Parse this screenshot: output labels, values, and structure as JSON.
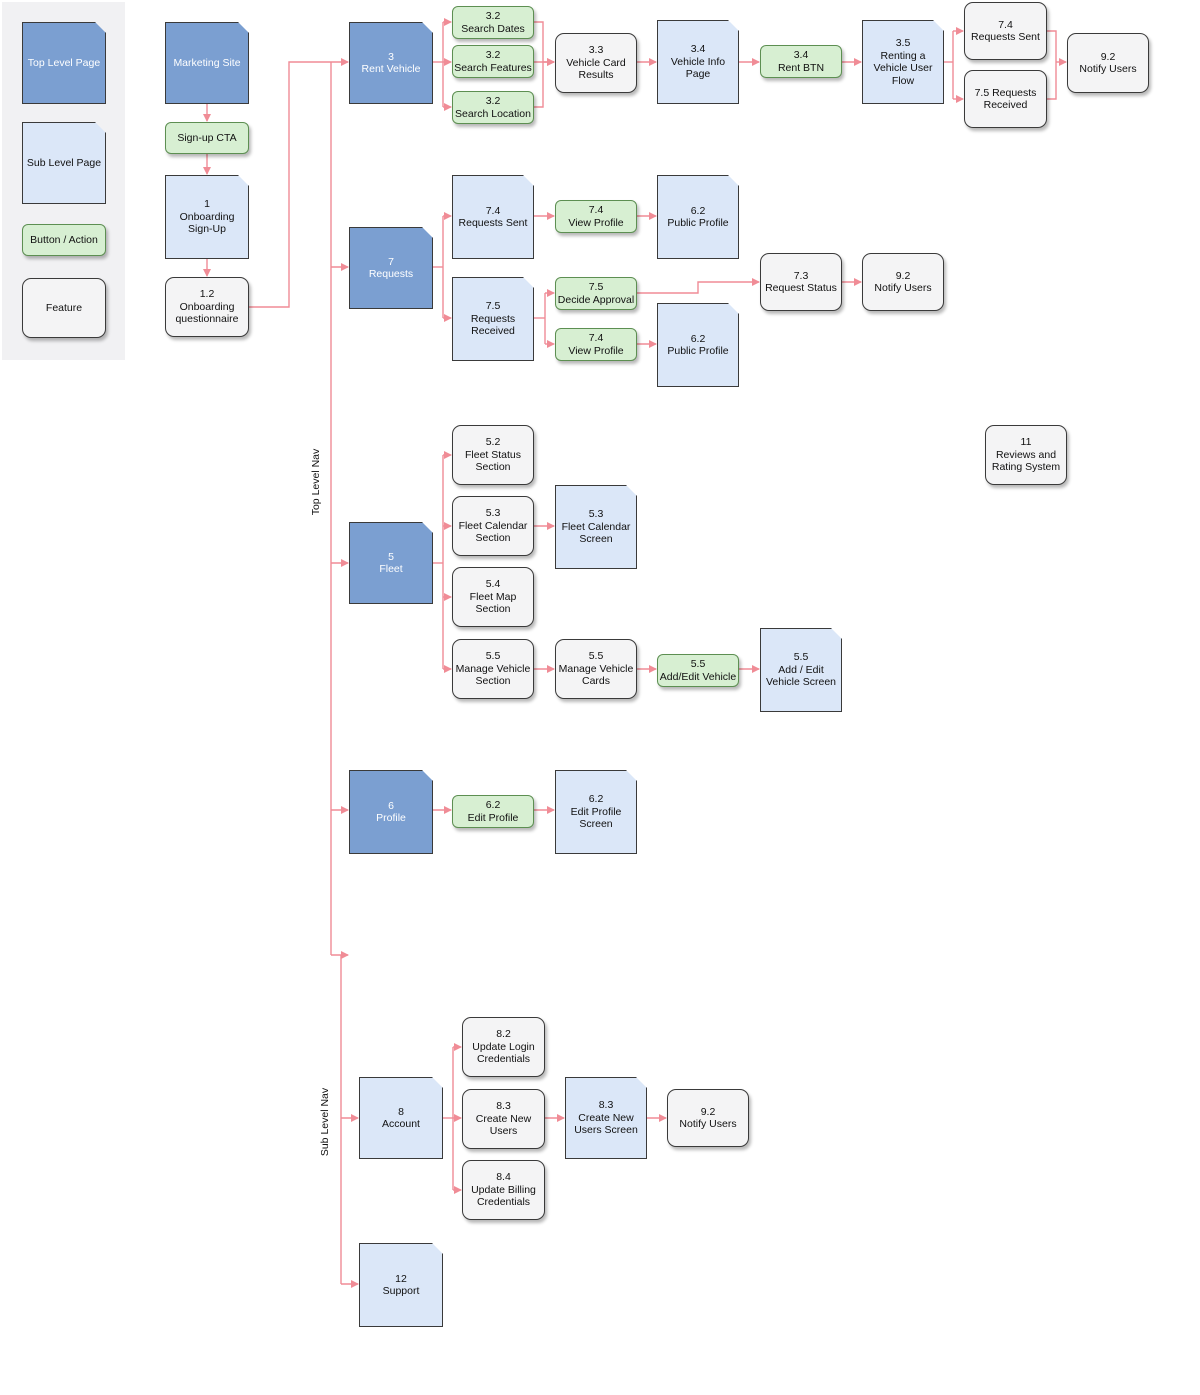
{
  "legend": {
    "top_level_page": "Top Level Page",
    "sub_level_page": "Sub Level Page",
    "button_action": "Button / Action",
    "feature": "Feature"
  },
  "nav_labels": {
    "top": "Top Level Nav",
    "sub": "Sub Level Nav"
  },
  "nodes": {
    "marketing_site": [
      "Marketing Site"
    ],
    "signup_cta": [
      "Sign-up CTA"
    ],
    "onboarding_signup": [
      "1",
      "Onboarding",
      "Sign-Up"
    ],
    "onboarding_questionnaire": [
      "1.2",
      "Onboarding",
      "questionnaire"
    ],
    "rent_vehicle": [
      "3",
      "Rent Vehicle"
    ],
    "search_dates": [
      "3.2",
      "Search Dates"
    ],
    "search_features": [
      "3.2",
      "Search Features"
    ],
    "search_location": [
      "3.2",
      "Search Location"
    ],
    "vehicle_card_results": [
      "3.3",
      "Vehicle Card",
      "Results"
    ],
    "vehicle_info_page": [
      "3.4",
      "Vehicle Info",
      "Page"
    ],
    "rent_btn": [
      "3.4",
      "Rent BTN"
    ],
    "renting_flow": [
      "3.5",
      "Renting a",
      "Vehicle User",
      "Flow"
    ],
    "rv_requests_sent": [
      "7.4",
      "Requests Sent"
    ],
    "rv_requests_received": [
      "7.5 Requests",
      "Received"
    ],
    "rv_notify_users": [
      "9.2",
      "Notify Users"
    ],
    "requests": [
      "7",
      "Requests"
    ],
    "req_requests_sent": [
      "7.4",
      "Requests Sent"
    ],
    "req_view_profile_1": [
      "7.4",
      "View Profile"
    ],
    "req_public_profile_1": [
      "6.2",
      "Public Profile"
    ],
    "req_requests_received": [
      "7.5",
      "Requests",
      "Received"
    ],
    "req_decide_approval": [
      "7.5",
      "Decide Approval"
    ],
    "req_view_profile_2": [
      "7.4",
      "View Profile"
    ],
    "req_public_profile_2": [
      "6.2",
      "Public Profile"
    ],
    "req_request_status": [
      "7.3",
      "Request Status"
    ],
    "req_notify_users": [
      "9.2",
      "Notify Users"
    ],
    "reviews": [
      "11",
      "Reviews and",
      "Rating System"
    ],
    "fleet": [
      "5",
      "Fleet"
    ],
    "fleet_status": [
      "5.2",
      "Fleet Status",
      "Section"
    ],
    "fleet_calendar_section": [
      "5.3",
      "Fleet Calendar",
      "Section"
    ],
    "fleet_calendar_screen": [
      "5.3",
      "Fleet Calendar",
      "Screen"
    ],
    "fleet_map": [
      "5.4",
      "Fleet Map",
      "Section"
    ],
    "manage_vehicle_section": [
      "5.5",
      "Manage Vehicle",
      "Section"
    ],
    "manage_vehicle_cards": [
      "5.5",
      "Manage Vehicle",
      "Cards"
    ],
    "add_edit_vehicle": [
      "5.5",
      "Add/Edit Vehicle"
    ],
    "add_edit_vehicle_screen": [
      "5.5",
      "Add / Edit",
      "Vehicle Screen"
    ],
    "profile": [
      "6",
      "Profile"
    ],
    "edit_profile": [
      "6.2",
      "Edit Profile"
    ],
    "edit_profile_screen": [
      "6.2",
      "Edit Profile",
      "Screen"
    ],
    "account": [
      "8",
      "Account"
    ],
    "update_login": [
      "8.2",
      "Update Login",
      "Credentials"
    ],
    "create_new_users": [
      "8.3",
      "Create New",
      "Users"
    ],
    "create_new_users_screen": [
      "8.3",
      "Create New",
      "Users Screen"
    ],
    "acc_notify_users": [
      "9.2",
      "Notify Users"
    ],
    "update_billing": [
      "8.4",
      "Update Billing",
      "Credentials"
    ],
    "support": [
      "12",
      "Support"
    ]
  },
  "colors": {
    "top_level_page": "#7b9fd1",
    "sub_level_page": "#dbe7f8",
    "button_action": "#d7efd2",
    "feature": "#f4f4f5",
    "connector": "#f08c96"
  }
}
